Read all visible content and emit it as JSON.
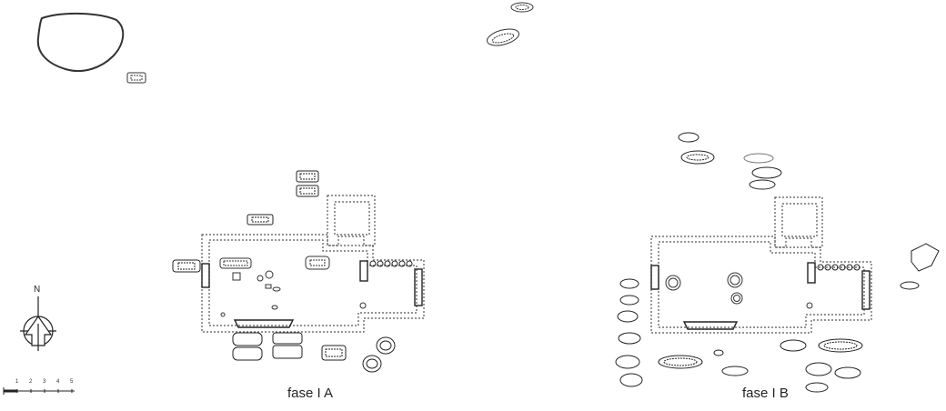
{
  "captions": {
    "phase_a": "fase I A",
    "phase_b": "fase I B"
  },
  "north_arrow": {
    "label": "N",
    "icon": "north-arrow-icon"
  },
  "scale_bar": {
    "ticks": [
      "1",
      "2",
      "3",
      "4",
      "5"
    ]
  },
  "colors": {
    "ink": "#222222",
    "dotted": "#555555"
  }
}
